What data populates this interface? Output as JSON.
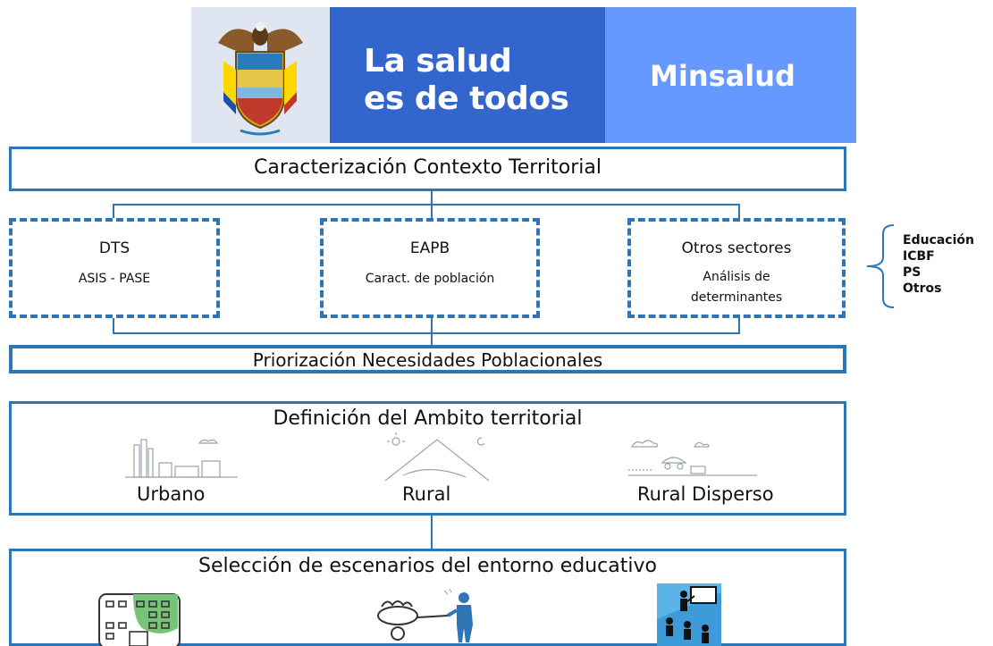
{
  "banner": {
    "slogan_line1": "La salud",
    "slogan_line2": "es de todos",
    "brand": "Minsalud"
  },
  "top_box": {
    "title": "Caracterización Contexto Territorial"
  },
  "sources": [
    {
      "title": "DTS",
      "subtitle": "ASIS - PASE"
    },
    {
      "title": "EAPB",
      "subtitle": "Caract. de población"
    },
    {
      "title": "Otros sectores",
      "subtitle_line1": "Análisis de",
      "subtitle_line2": "determinantes"
    }
  ],
  "side_list": [
    "Educación",
    "ICBF",
    "PS",
    "Otros"
  ],
  "priority_box": {
    "title": "Priorización Necesidades Poblacionales"
  },
  "ambit_box": {
    "title": "Definición del Ambito territorial",
    "items": [
      "Urbano",
      "Rural",
      "Rural Disperso"
    ]
  },
  "scenarios_box": {
    "title": "Selección de escenarios del entorno educativo"
  },
  "colors": {
    "line_blue": "#2e75b6",
    "slogan_blue": "#3366cc",
    "brand_blue": "#6699ff",
    "seal_bg": "#dfe6f1"
  },
  "icons": [
    "coat-of-arms-icon",
    "city-icon",
    "mountain-icon",
    "rural-cart-icon",
    "school-building-icon",
    "vendor-cart-icon",
    "classroom-icon"
  ]
}
